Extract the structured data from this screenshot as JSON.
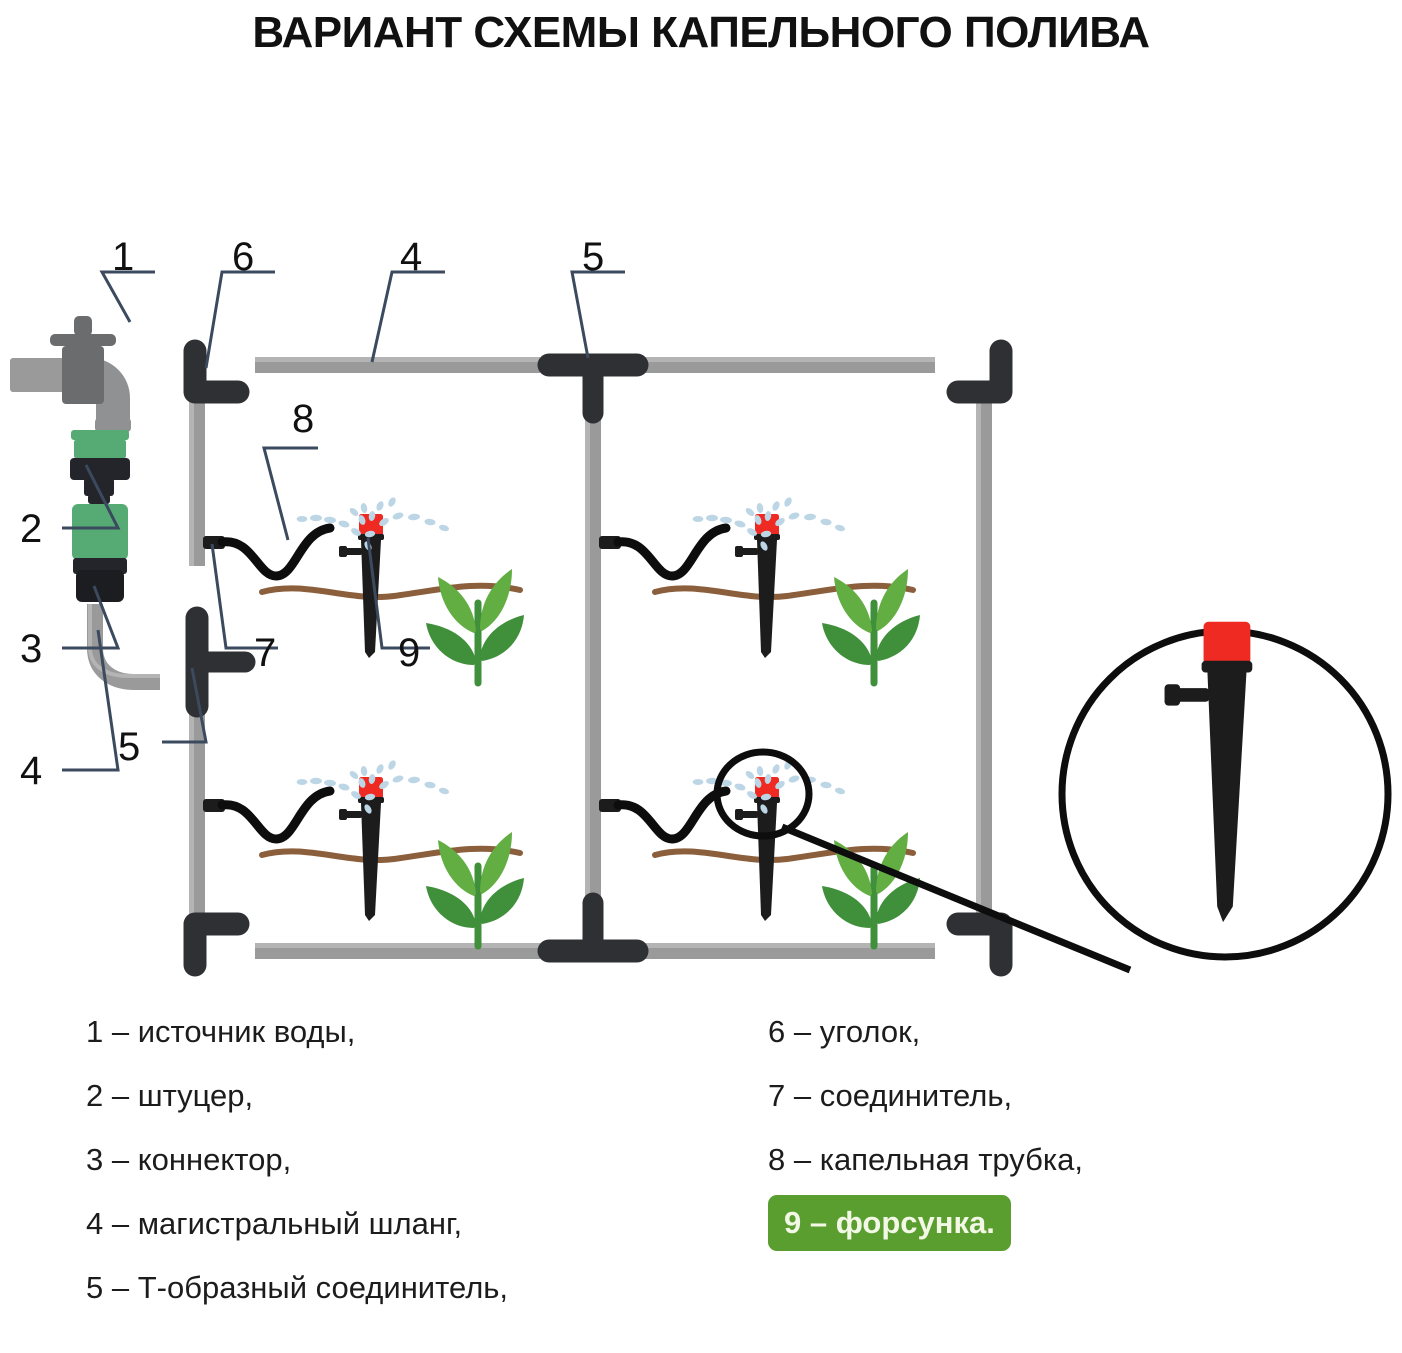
{
  "title": "ВАРИАНТ СХЕМЫ КАПЕЛЬНОГО ПОЛИВА",
  "colors": {
    "pipe": "#9a9a9a",
    "pipe_highlight": "#b4b4b4",
    "fitting": "#2f3033",
    "tap_body": "#9a9a9a",
    "tap_handle": "#6a6c6e",
    "connector_green": "#56ab74",
    "nozzle_cap": "#ef2a22",
    "nozzle_body": "#1c1c1c",
    "leaf_light": "#62ae43",
    "leaf_dark": "#3f8f3b",
    "stem": "#3f8f3b",
    "soil": "#8b5e3c",
    "water": "#bcd6e6",
    "leader_line": "#3b4a5e",
    "highlight_bg": "#5a9e30",
    "highlight_text": "#f2f7e6",
    "callout_stroke": "#0d0d0d"
  },
  "callouts": [
    {
      "id": "c1",
      "label": "1",
      "target": "water-source-tap"
    },
    {
      "id": "c6",
      "label": "6",
      "target": "elbow-top-left"
    },
    {
      "id": "c4",
      "label": "4",
      "target": "main-hose-top"
    },
    {
      "id": "c5t",
      "label": "5",
      "target": "tee-top-middle"
    },
    {
      "id": "c2",
      "label": "2",
      "target": "hose-barb-fitting"
    },
    {
      "id": "c3",
      "label": "3",
      "target": "connector-black"
    },
    {
      "id": "c4b",
      "label": "4",
      "target": "main-hose-feed"
    },
    {
      "id": "c5b",
      "label": "5",
      "target": "tee-left"
    },
    {
      "id": "c8",
      "label": "8",
      "target": "drip-tube"
    },
    {
      "id": "c7",
      "label": "7",
      "target": "tube-connector"
    },
    {
      "id": "c9",
      "label": "9",
      "target": "nozzle-spike"
    }
  ],
  "legend": {
    "left": [
      {
        "num": "1",
        "dash": "–",
        "text": "источник воды,"
      },
      {
        "num": "2",
        "dash": "–",
        "text": "штуцер,"
      },
      {
        "num": "3",
        "dash": "–",
        "text": "коннектор,"
      },
      {
        "num": "4",
        "dash": "–",
        "text": "магистральный шланг,"
      },
      {
        "num": "5",
        "dash": "–",
        "text": "Т-образный соединитель,"
      }
    ],
    "right": [
      {
        "num": "6",
        "dash": "–",
        "text": "уголок,"
      },
      {
        "num": "7",
        "dash": "–",
        "text": "соединитель,"
      },
      {
        "num": "8",
        "dash": "–",
        "text": "капельная трубка,"
      },
      {
        "num": "9",
        "dash": "–",
        "text": "форсунка.",
        "highlighted": true
      }
    ]
  },
  "legend_lines": {
    "l1": "1 – источник воды,",
    "l2": "2 – штуцер,",
    "l3": "3 – коннектор,",
    "l4": "4 – магистральный шланг,",
    "l5": "5 – Т-образный соединитель,",
    "r6": "6 – уголок,",
    "r7": "7 – соединитель,",
    "r8": "8 – капельная трубка,",
    "r9": "9 – форсунка."
  },
  "beds": [
    {
      "id": "bed-top-left",
      "nozzle": "nozzle",
      "plant": "plant",
      "magnified": false
    },
    {
      "id": "bed-top-right",
      "nozzle": "nozzle",
      "plant": "plant",
      "magnified": false
    },
    {
      "id": "bed-bottom-left",
      "nozzle": "nozzle",
      "plant": "plant",
      "magnified": false
    },
    {
      "id": "bed-bottom-right",
      "nozzle": "nozzle",
      "plant": "plant",
      "magnified": true
    }
  ],
  "magnifier": {
    "subject": "nozzle-detail",
    "shape": "circle"
  }
}
